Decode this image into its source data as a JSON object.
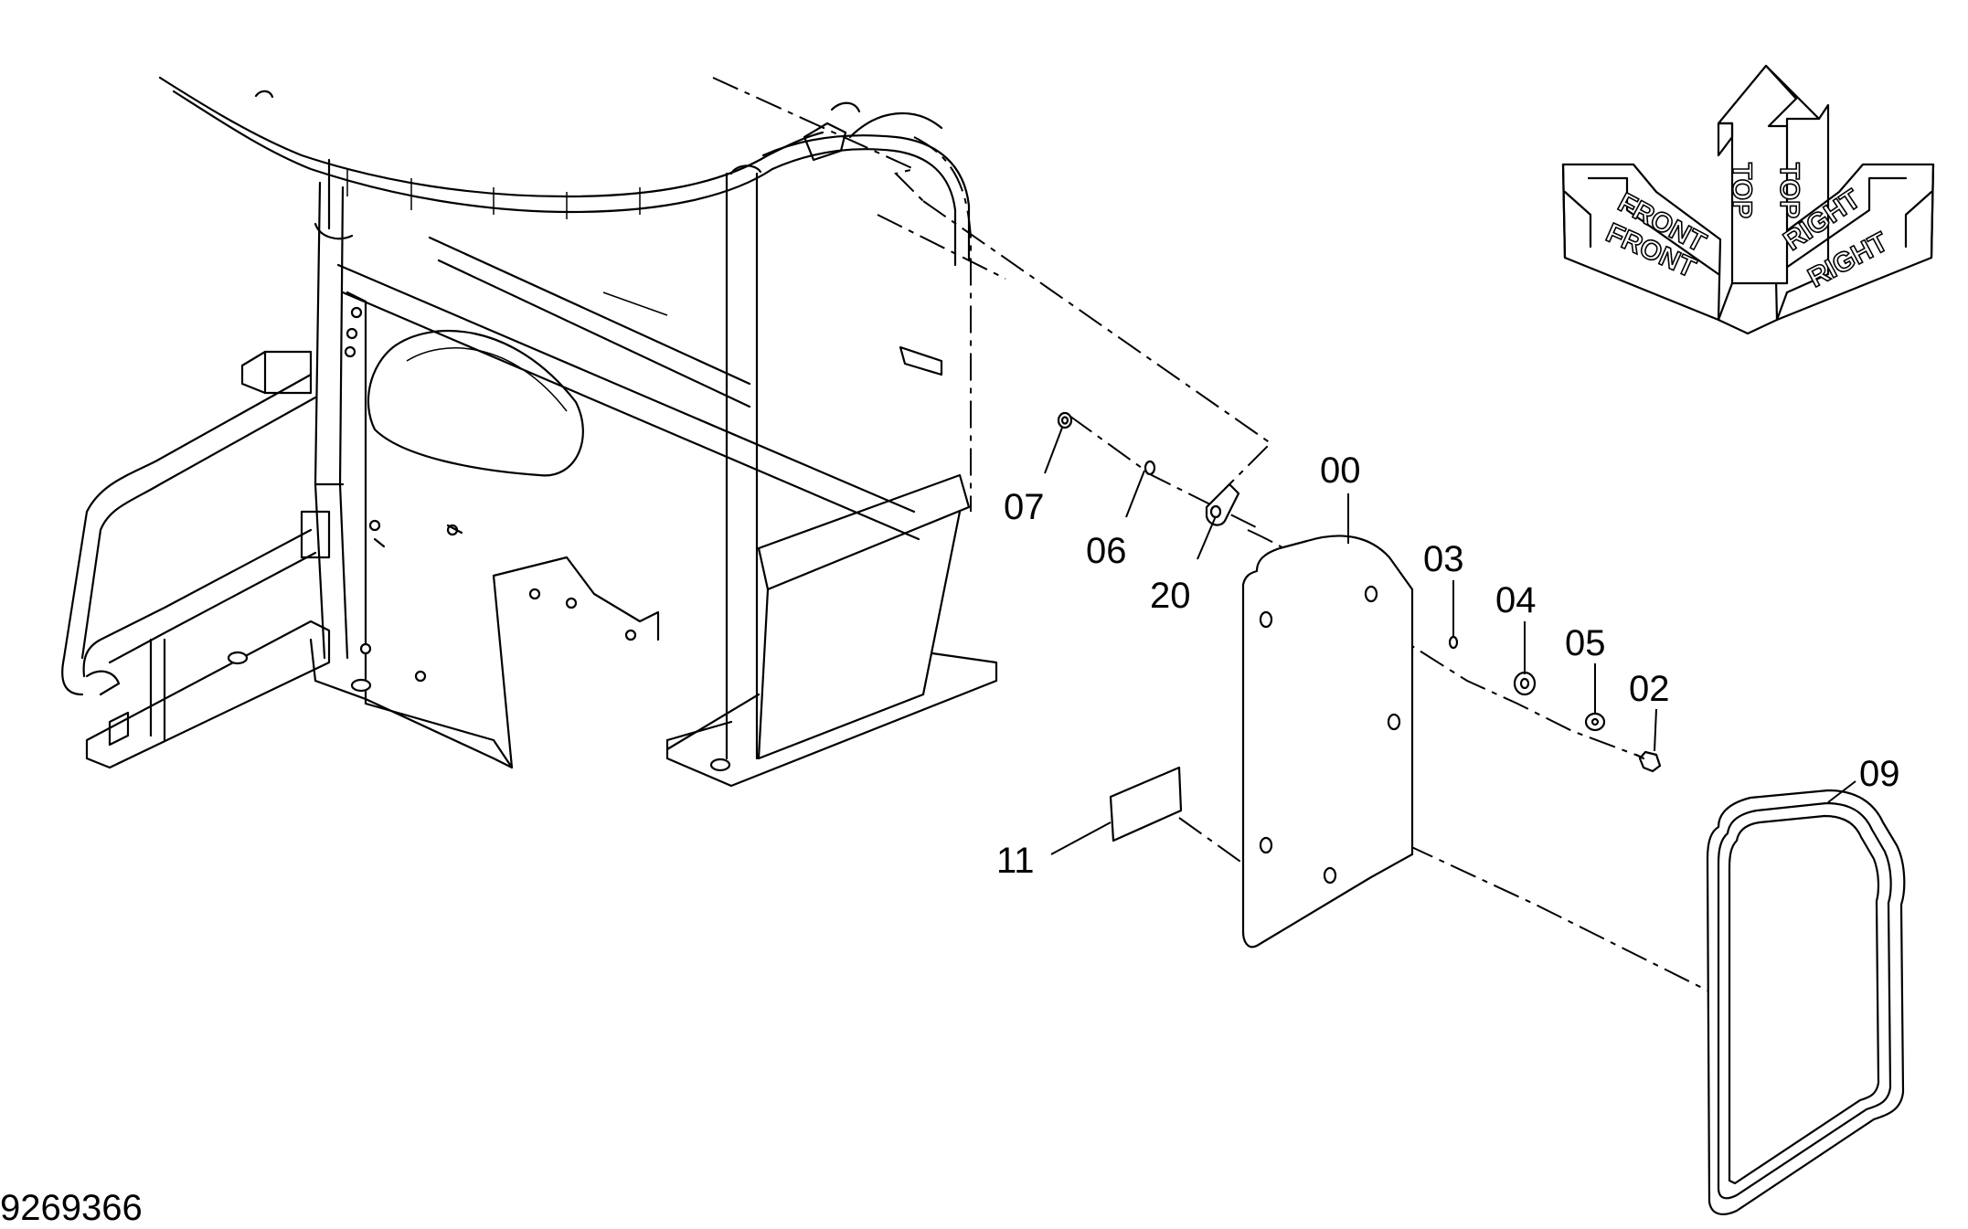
{
  "diagram": {
    "document_number": "9269366",
    "orientation": {
      "top_label": "TOP",
      "front_label": "FRONT",
      "right_label": "RIGHT"
    },
    "callouts": [
      {
        "id": "00",
        "text": "00"
      },
      {
        "id": "02",
        "text": "02"
      },
      {
        "id": "03",
        "text": "03"
      },
      {
        "id": "04",
        "text": "04"
      },
      {
        "id": "05",
        "text": "05"
      },
      {
        "id": "06",
        "text": "06"
      },
      {
        "id": "07",
        "text": "07"
      },
      {
        "id": "09",
        "text": "09"
      },
      {
        "id": "11",
        "text": "11"
      },
      {
        "id": "20",
        "text": "20"
      }
    ]
  }
}
